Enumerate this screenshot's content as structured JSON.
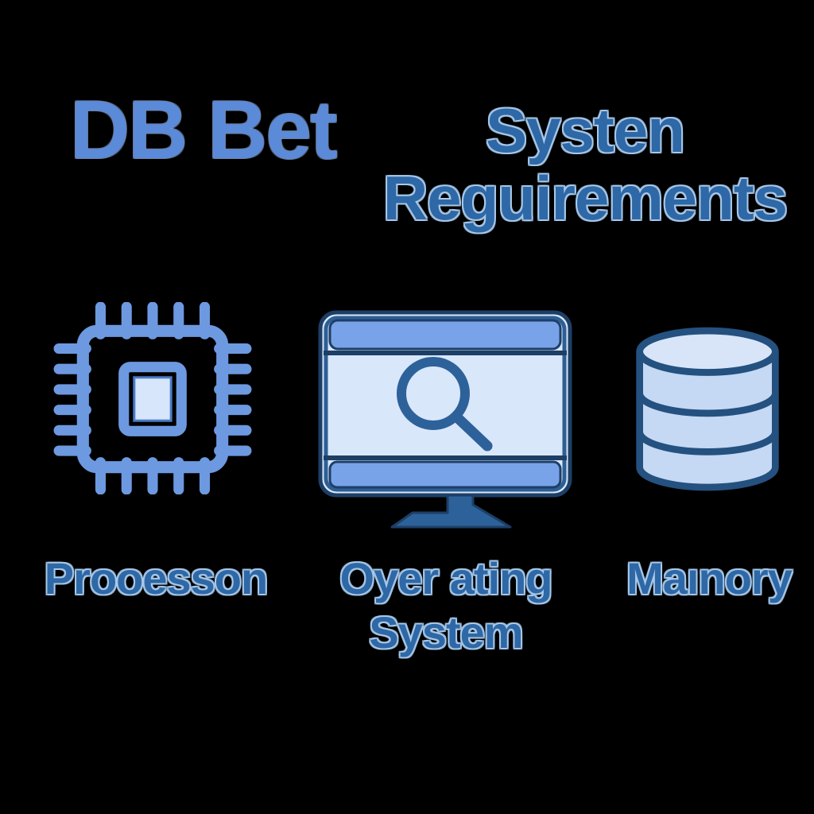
{
  "header": {
    "brand": "DB Bet",
    "title_line1": "Systen",
    "title_line2": "Reguirements"
  },
  "features": [
    {
      "id": "processor",
      "icon": "cpu-icon",
      "label": "Prooesson"
    },
    {
      "id": "operating-system",
      "icon": "monitor-search-icon",
      "label_line1": "Oyer ating",
      "label_line2": "System"
    },
    {
      "id": "memory",
      "icon": "database-icon",
      "label": "Maınory"
    }
  ],
  "colors": {
    "bg": "#000000",
    "title_left": "#5a8ad8",
    "title_right": "#2e68a6",
    "icon_light": "#6d99e0",
    "icon_mid": "#78a3e8",
    "icon_dark": "#2d6199",
    "icon_navy": "#1d3f66",
    "icon_outline": "#24517f",
    "screen_light": "#d9e7fa",
    "cyl_fill": "#c5d9f4",
    "cyl_top": "#d8e5f8",
    "chip_inner": "#d7e6fa"
  }
}
